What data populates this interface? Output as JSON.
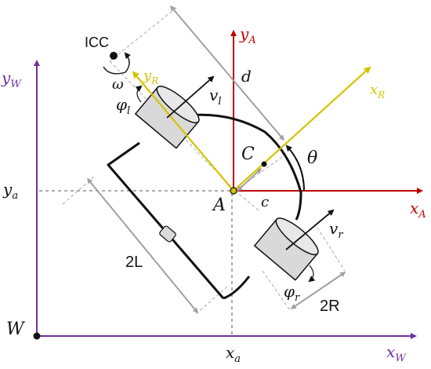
{
  "colors": {
    "world_axis": "#7030a0",
    "body_axis": "#c00000",
    "robot_axis": "#d4c400",
    "dimension": "#a0a0a0",
    "outline": "#111111",
    "wheel_fill": "#d9d9d9",
    "guide_dash": "#555555"
  },
  "labels": {
    "yW": "y_W",
    "xW": "x_W",
    "W": "W",
    "ya": "y_a",
    "xa": "x_a",
    "yA": "y_A",
    "xA": "x_A",
    "A": "A",
    "yR": "y_R",
    "xR": "x_R",
    "C": "C",
    "c": "c",
    "d": "d",
    "theta": "θ",
    "ICC": "ICC",
    "omega": "ω",
    "vl": "v_l",
    "vr": "v_r",
    "phil": "φ_l",
    "phir": "φ_r",
    "twoL": "2L",
    "twoR": "2R"
  },
  "label_display": {
    "yW": "y",
    "yW_sub": "W",
    "xW": "x",
    "xW_sub": "W",
    "ya": "y",
    "ya_sub": "a",
    "xa": "x",
    "xa_sub": "a",
    "yA": "y",
    "yA_sub": "A",
    "xA": "x",
    "xA_sub": "A",
    "yR": "y",
    "yR_sub": "R",
    "xR": "x",
    "xR_sub": "R",
    "vl": "v",
    "vl_sub": "l",
    "vr": "v",
    "vr_sub": "r",
    "phil": "φ",
    "phil_sub": "l",
    "phir": "φ",
    "phir_sub": "r"
  }
}
